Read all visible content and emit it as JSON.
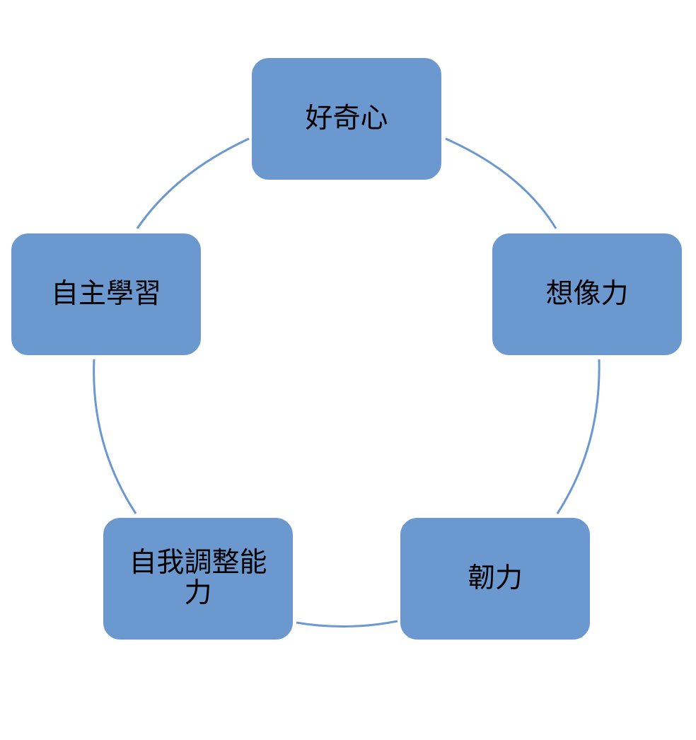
{
  "diagram": {
    "type": "basic-cycle",
    "colors": {
      "node_fill": "#6a98cf",
      "connector": "#6a98cf",
      "text": "#000000"
    },
    "nodes": [
      {
        "label": "好奇心"
      },
      {
        "label": "想像力"
      },
      {
        "label": "韌力"
      },
      {
        "label": "自我調整能力"
      },
      {
        "label": "自主學習"
      }
    ]
  }
}
